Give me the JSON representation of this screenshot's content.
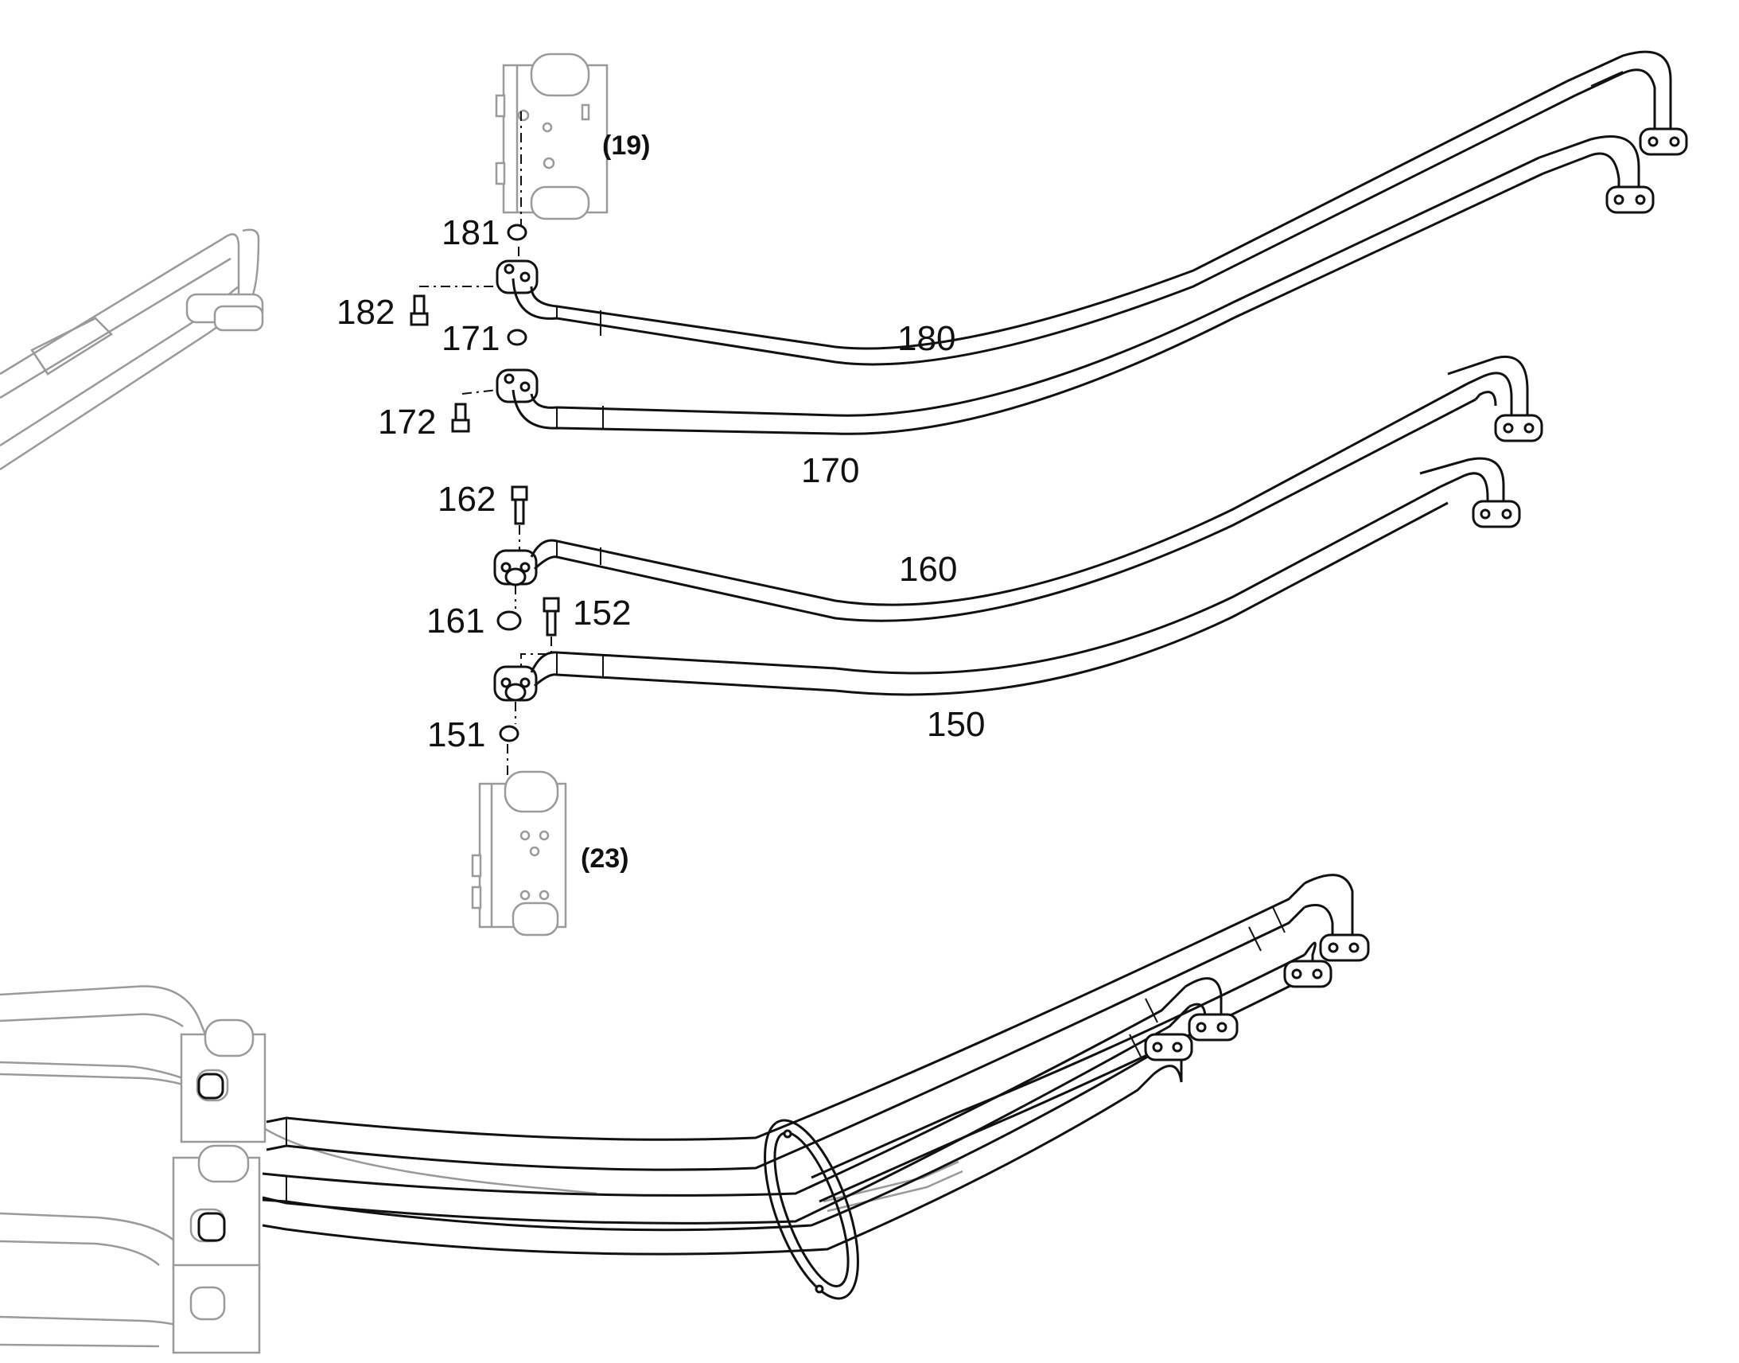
{
  "labels": {
    "p180": "180",
    "p181": "181",
    "p182": "182",
    "p171": "171",
    "p172": "172",
    "p170": "170",
    "p162": "162",
    "p160": "160",
    "p161": "161",
    "p152": "152",
    "p151": "151",
    "p150": "150",
    "ref19": "(19)",
    "ref23": "(23)"
  },
  "colors": {
    "line": "#111111",
    "ghost": "#9a9a9a"
  }
}
